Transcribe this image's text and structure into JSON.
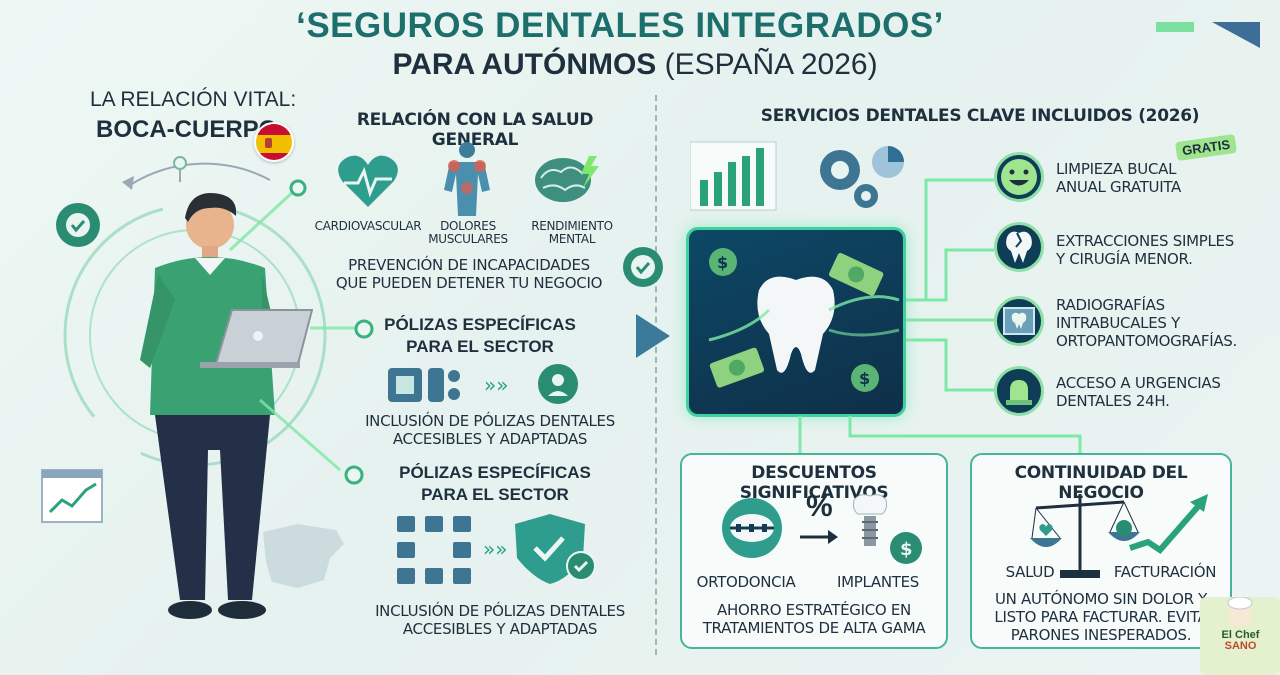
{
  "title": {
    "line1": "‘SEGUROS DENTALES INTEGRADOS’",
    "line2_bold": "PARA AUTÓNMOS",
    "line2_light": "(ESPAÑA 2026)"
  },
  "left": {
    "vital_line1": "LA RELACIÓN VITAL:",
    "vital_line2": "BOCA-CUERPO",
    "health": {
      "heading": "RELACIÓN CON LA SALUD GENERAL",
      "items": [
        {
          "label": "CARDIOVASCULAR",
          "icon": "heart-pulse-icon"
        },
        {
          "label": "DOLORES MUSCULARES",
          "icon": "muscle-body-icon"
        },
        {
          "label": "RENDIMIENTO MENTAL",
          "icon": "brain-icon"
        }
      ],
      "text": "PREVENCIÓN DE INCAPACIDADES QUE PUEDEN DETENER TU NEGOCIO"
    },
    "policies1": {
      "heading": "PÓLIZAS ESPECÍFICAS PARA EL SECTOR",
      "text": "INCLUSIÓN DE PÓLIZAS DENTALES ACCESIBLES Y ADAPTADAS"
    },
    "policies2": {
      "heading": "PÓLIZAS ESPECÍFICAS PARA EL SECTOR",
      "text": "INCLUSIÓN DE PÓLIZAS DENTALES ACCESIBLES Y ADAPTADAS"
    }
  },
  "right": {
    "services_heading": "SERVICIOS DENTALES CLAVE INCLUIDOS (2026)",
    "badge": "GRATIS",
    "services": [
      {
        "text": "LIMPIEZA BUCAL ANUAL GRATUITA",
        "icon": "smile-icon"
      },
      {
        "text": "EXTRACCIONES SIMPLES Y CIRUGÍA MENOR.",
        "icon": "broken-tooth-icon"
      },
      {
        "text": "RADIOGRAFÍAS INTRABUCALES Y ORTOPANTOMOGRAFÍAS.",
        "icon": "xray-icon"
      },
      {
        "text": "ACCESO A URGENCIAS DENTALES 24H.",
        "icon": "emergency-light-icon"
      }
    ],
    "discounts": {
      "heading": "DESCUENTOS SIGNIFICATIVOS",
      "label_left": "ORTODONCIA",
      "label_right": "IMPLANTES",
      "percent": "%",
      "text": "AHORRO ESTRATÉGICO EN TRATAMIENTOS DE ALTA GAMA"
    },
    "continuity": {
      "heading": "CONTINUIDAD DEL NEGOCIO",
      "label_left": "SALUD",
      "label_right": "FACTURACIÓN",
      "text": "UN AUTÓNOMO SIN DOLOR Y LISTO PARA FACTURAR. EVITA PARONES INESPERADOS."
    }
  },
  "logo": {
    "line1": "El Chef",
    "line2": "SANO"
  },
  "colors": {
    "teal": "#1d6f6b",
    "navy": "#1e2f3e",
    "green": "#4ab39b",
    "accent_glow": "#7ee8a6",
    "flag_red": "#c8102e",
    "flag_yellow": "#f1bf00"
  }
}
